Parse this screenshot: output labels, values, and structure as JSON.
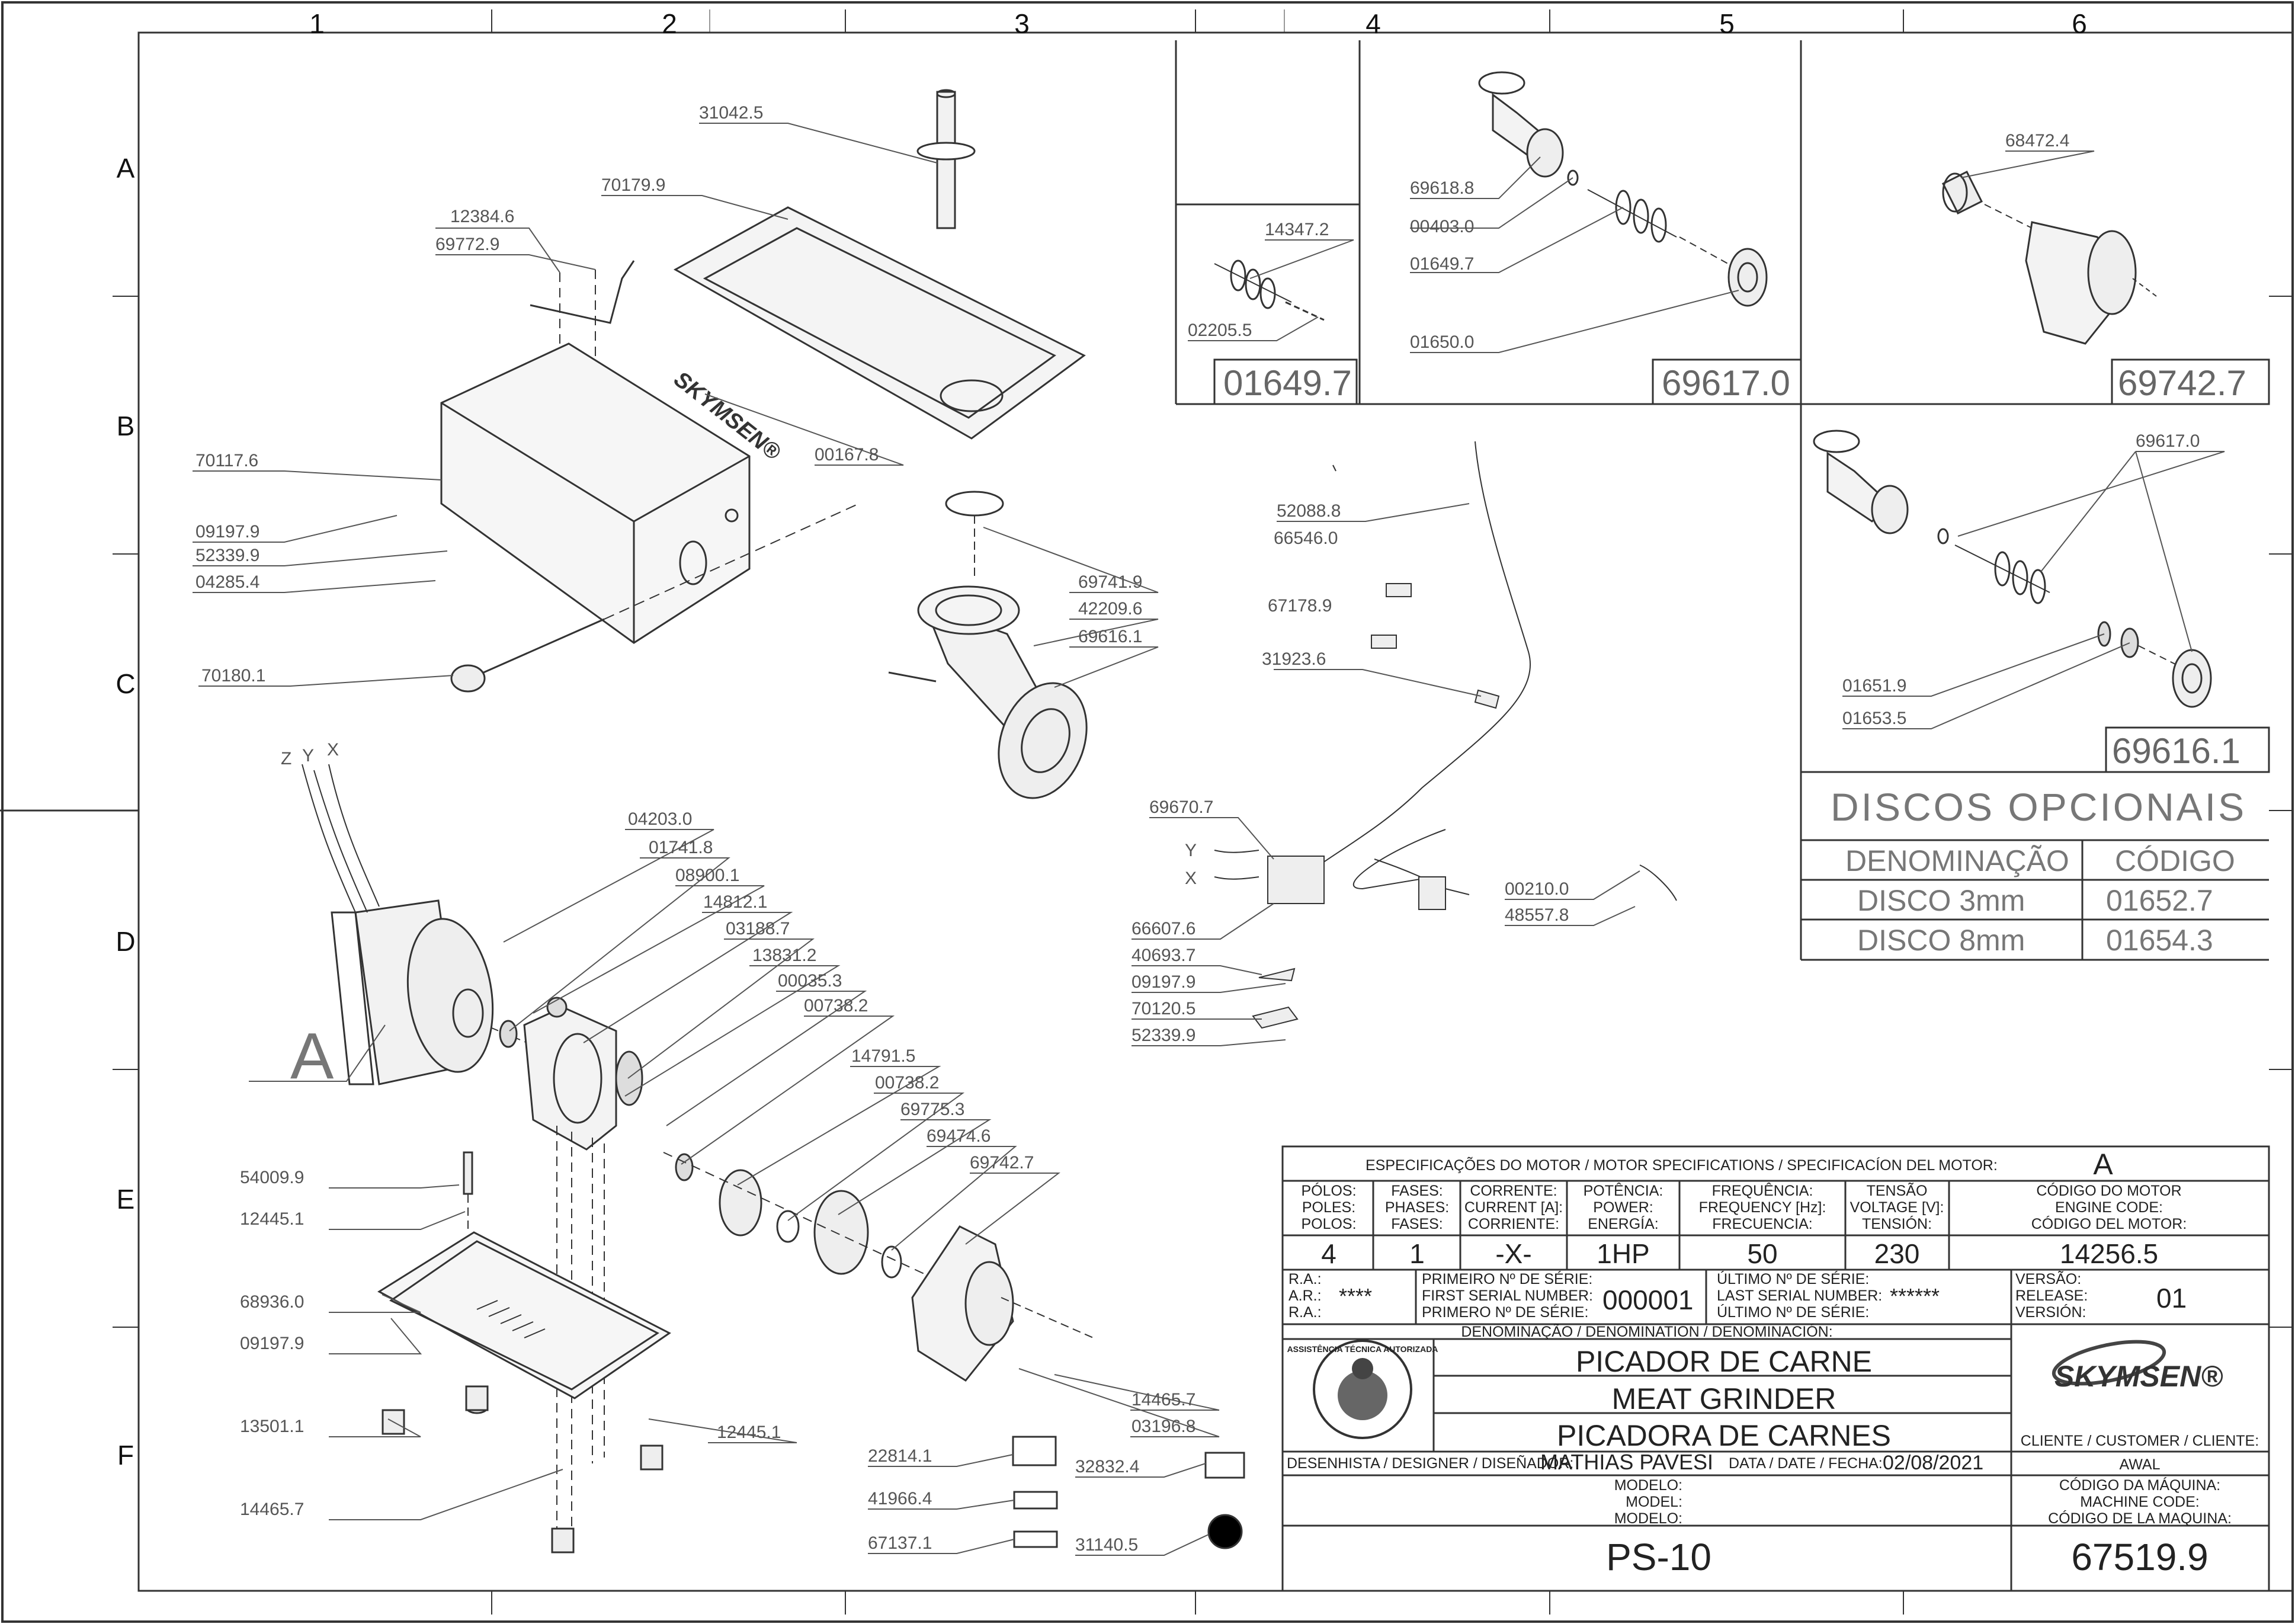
{
  "grid": {
    "columns": [
      "1",
      "2",
      "3",
      "4",
      "5",
      "6"
    ],
    "rows": [
      "A",
      "B",
      "C",
      "D",
      "E",
      "F"
    ]
  },
  "parts": {
    "p31042": "31042.5",
    "p70179": "70179.9",
    "p12384": "12384.6",
    "p69772": "69772.9",
    "p70117": "70117.6",
    "p09197a": "09197.9",
    "p52339a": "52339.9",
    "p04285": "04285.4",
    "p70180": "70180.1",
    "p00167": "00167.8",
    "p69741": "69741.9",
    "p42209": "42209.6",
    "p69616": "69616.1",
    "p04203": "04203.0",
    "p01741": "01741.8",
    "p08900": "08900.1",
    "p14812": "14812.1",
    "p03188": "03188.7",
    "p13831": "13831.2",
    "p00035": "00035.3",
    "p00738a": "00738.2",
    "p14791": "14791.5",
    "p00738b": "00738.2",
    "p69775": "69775.3",
    "p69474": "69474.6",
    "p69742": "69742.7",
    "p54009": "54009.9",
    "p12445a": "12445.1",
    "p68936": "68936.0",
    "p09197b": "09197.9",
    "p13501": "13501.1",
    "p12445b": "12445.1",
    "p14465a": "14465.7",
    "p14465b": "14465.7",
    "p03196": "03196.8",
    "p22814": "22814.1",
    "p41966": "41966.4",
    "p67137": "67137.1",
    "p32832": "32832.4",
    "p31140": "31140.5",
    "p52088": "52088.8",
    "p66546": "66546.0",
    "p67178": "67178.9",
    "p31923": "31923.6",
    "p69670": "69670.7",
    "p66607": "66607.6",
    "p40693": "40693.7",
    "p09197c": "09197.9",
    "p70120": "70120.5",
    "p52339b": "52339.9",
    "p00210": "00210.0",
    "p48557": "48557.8",
    "p14347": "14347.2",
    "p02205": "02205.5",
    "p69618": "69618.8",
    "p00403": "00403.0",
    "p01649": "01649.7",
    "p01650": "01650.0",
    "p68472": "68472.4",
    "p69617": "69617.0",
    "p01651": "01651.9",
    "p01653": "01653.5",
    "wire_z": "Z",
    "wire_y": "Y",
    "wire_x": "X",
    "conn_y": "Y",
    "conn_x": "X",
    "view_a": "A"
  },
  "detail_boxes": {
    "box1": "01649.7",
    "box2": "69617.0",
    "box3": "69742.7",
    "box4": "69616.1"
  },
  "optional_discs": {
    "title": "DISCOS OPCIONAIS",
    "col_name": "DENOMINAÇÃO",
    "col_code": "CÓDIGO",
    "rows": [
      {
        "name": "DISCO 3mm",
        "code": "01652.7"
      },
      {
        "name": "DISCO 8mm",
        "code": "01654.3"
      }
    ]
  },
  "motor_spec": {
    "header": "ESPECIFICAÇÕES DO MOTOR / MOTOR SPECIFICATIONS / SPECIFICACÍON DEL MOTOR:",
    "motor_letter": "A",
    "poles_h": [
      "PÓLOS:",
      "POLES:",
      "POLOS:"
    ],
    "phases_h": [
      "FASES:",
      "PHASES:",
      "FASES:"
    ],
    "current_h": [
      "CORRENTE:",
      "CURRENT [A]:",
      "CORRIENTE:"
    ],
    "power_h": [
      "POTÊNCIA:",
      "POWER:",
      "ENERGÍA:"
    ],
    "freq_h": [
      "FREQUÊNCIA:",
      "FREQUENCY [Hz]:",
      "FRECUENCIA:"
    ],
    "voltage_h": [
      "TENSÃO",
      "VOLTAGE [V]:",
      "TENSIÓN:"
    ],
    "code_h": [
      "CÓDIGO DO MOTOR",
      "ENGINE CODE:",
      "CÓDIGO DEL MOTOR:"
    ],
    "poles": "4",
    "phases": "1",
    "current": "-X-",
    "power": "1HP",
    "freq": "50",
    "voltage": "230",
    "code": "14256.5"
  },
  "title_block": {
    "ra_labels": [
      "R.A.:",
      "A.R.:",
      "R.A.:"
    ],
    "ra_value": "****",
    "first_serial_labels": [
      "PRIMEIRO Nº DE SÉRIE:",
      "FIRST SERIAL NUMBER:",
      "PRIMERO Nº DE SÉRIE:"
    ],
    "first_serial": "000001",
    "last_serial_labels": [
      "ÚLTIMO Nº DE SÉRIE:",
      "LAST SERIAL NUMBER:",
      "ÚLTIMO Nº DE SÉRIE:"
    ],
    "last_serial": "******",
    "version_labels": [
      "VERSÃO:",
      "RELEASE:",
      "VERSIÓN:"
    ],
    "version": "01",
    "denomination_label": "DENOMINAÇÃO / DENOMINATION / DENOMINACIÓN:",
    "name_pt": "PICADOR DE CARNE",
    "name_en": "MEAT GRINDER",
    "name_es": "PICADORA DE CARNES",
    "brand": "SKYMSEN®",
    "seal": "ASSISTÊNCIA TÉCNICA AUTORIZADA",
    "client_label": "CLIENTE / CUSTOMER / CLIENTE:",
    "client": "AWAL",
    "designer_label": "DESENHISTA / DESIGNER / DISEÑADOR:",
    "designer": "MATHIAS PAVESI",
    "date_label": "DATA / DATE / FECHA:",
    "date": "02/08/2021",
    "model_labels": [
      "MODELO:",
      "MODEL:",
      "MODELO:"
    ],
    "model": "PS-10",
    "machine_code_labels": [
      "CÓDIGO DA MÁQUINA:",
      "MACHINE CODE:",
      "CÓDIGO DE LA MAQUINA:"
    ],
    "machine_code": "67519.9"
  }
}
